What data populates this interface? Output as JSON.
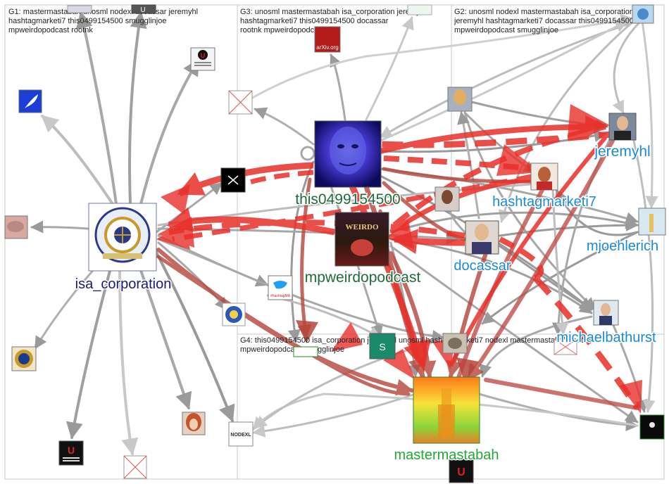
{
  "groups": [
    {
      "id": "G1",
      "label_lines": [
        "G1: mastermastabah unosml nodexl docassar jeremyhl",
        "hashtagmarketi7 this0499154500 smugglinjoe",
        "mpweirdopodcast rootnk"
      ]
    },
    {
      "id": "G3",
      "label_lines": [
        "G3: unosml mastermastabah isa_corporation jeremyhl",
        "hashtagmarketi7 this0499154500 docassar",
        "rootnk mpweirdopodcast"
      ]
    },
    {
      "id": "G2",
      "label_lines": [
        "G2: unosml nodexl mastermastabah isa_corporation",
        "jeremyhl hashtagmarketi7 docassar this0499154500",
        "mpweirdopodcast smugglinjoe"
      ]
    },
    {
      "id": "G4",
      "label_lines": [
        "G4: this0499154500 isa_corporation jeremyhl unosml hashtagmarketi7 nodexl mastermastabah rootnk",
        "mpweirdopodcast smugglinjoe"
      ]
    }
  ],
  "labeled_nodes": [
    {
      "id": "isa",
      "label": "isa_corporation",
      "color": "#1a1a6e"
    },
    {
      "id": "this",
      "label": "this0499154500",
      "color": "#1e6b3c"
    },
    {
      "id": "mpw",
      "label": "mpweirdopodcast",
      "color": "#1e6b3c"
    },
    {
      "id": "master",
      "label": "mastermastabah",
      "color": "#22a833"
    },
    {
      "id": "jer",
      "label": "jeremyhl",
      "color": "#1b8ad6"
    },
    {
      "id": "hash",
      "label": "hashtagmarketi7",
      "color": "#1b8ad6"
    },
    {
      "id": "mjo",
      "label": "mjoehlerich",
      "color": "#1b8ad6"
    },
    {
      "id": "doc",
      "label": "docassar",
      "color": "#1b8ad6"
    },
    {
      "id": "mic",
      "label": "michaelbathurst",
      "color": "#1b8ad6"
    }
  ],
  "image_texts": {
    "arxiv": "arXiv.org",
    "nodexl": "NODEXL",
    "hashtag": "#hashtagMA",
    "badge_s": "S",
    "unlv_u": "U"
  },
  "colors": {
    "edge_gray": "#9a9a9a",
    "edge_red": "#e8302a",
    "edge_darkred": "#b5443c",
    "panel_border": "#c8c8c8"
  }
}
